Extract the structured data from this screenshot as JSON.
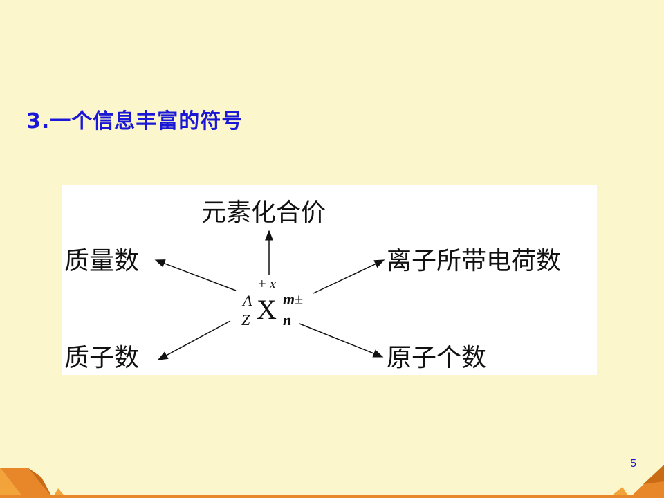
{
  "slide": {
    "title": "3.一个信息丰富的符号",
    "page_number": "5"
  },
  "diagram": {
    "top_label": "元素化合价",
    "top_left_label": "质量数",
    "bottom_left_label": "质子数",
    "top_right_label": "离子所带电荷数",
    "bottom_right_label": "原子个数",
    "symbol": {
      "element": "X",
      "mass_number": "A",
      "atomic_number": "Z",
      "valence": "± x",
      "charge": "m±",
      "count": "n"
    }
  },
  "colors": {
    "background": "#fbf6cc",
    "title": "#1a17d6",
    "decoration_orange": "#e8872a"
  }
}
